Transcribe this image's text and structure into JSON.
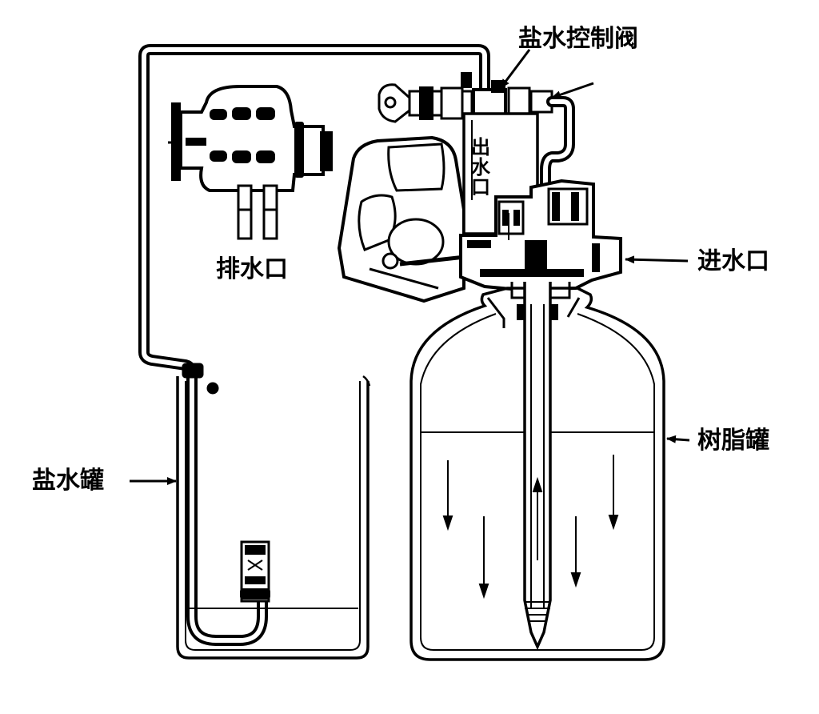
{
  "labels": {
    "brine_valve": "盐水控制阀",
    "outlet": "出水口",
    "drain": "排水口",
    "inlet": "进水口",
    "brine_tank": "盐水罐",
    "resin_tank": "树脂罐"
  },
  "colors": {
    "ink": "#000000",
    "paper": "#ffffff"
  }
}
